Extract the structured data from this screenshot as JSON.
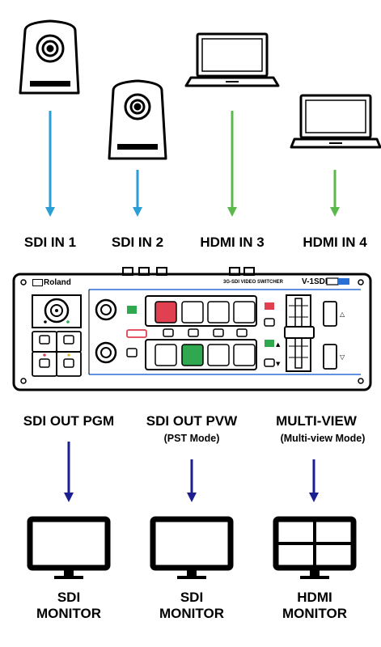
{
  "inputs": {
    "sdi1": "SDI IN 1",
    "sdi2": "SDI IN 2",
    "hdmi3": "HDMI IN 3",
    "hdmi4": "HDMI IN 4"
  },
  "switcher": {
    "brand": "Roland",
    "model_caption": "3G-SDI VIDEO SWITCHER",
    "model": "V-1SDI"
  },
  "outputs": {
    "pgm": "SDI OUT PGM",
    "pvw": "SDI OUT PVW",
    "pvw_note": "(PST Mode)",
    "mv": "MULTI-VIEW",
    "mv_note": "(Multi-view Mode)"
  },
  "monitors": {
    "m1_line1": "SDI",
    "m1_line2": "MONITOR",
    "m2_line1": "SDI",
    "m2_line2": "MONITOR",
    "m3_line1": "HDMI",
    "m3_line2": "MONITOR"
  },
  "colors": {
    "sdi_arrow": "#2a9fd6",
    "hdmi_arrow": "#5bb84a",
    "output_arrow": "#1b1f8f",
    "pgm_red": "#e04050",
    "pvw_green": "#2fa84f",
    "switcher_blue": "#2a6fd6"
  }
}
